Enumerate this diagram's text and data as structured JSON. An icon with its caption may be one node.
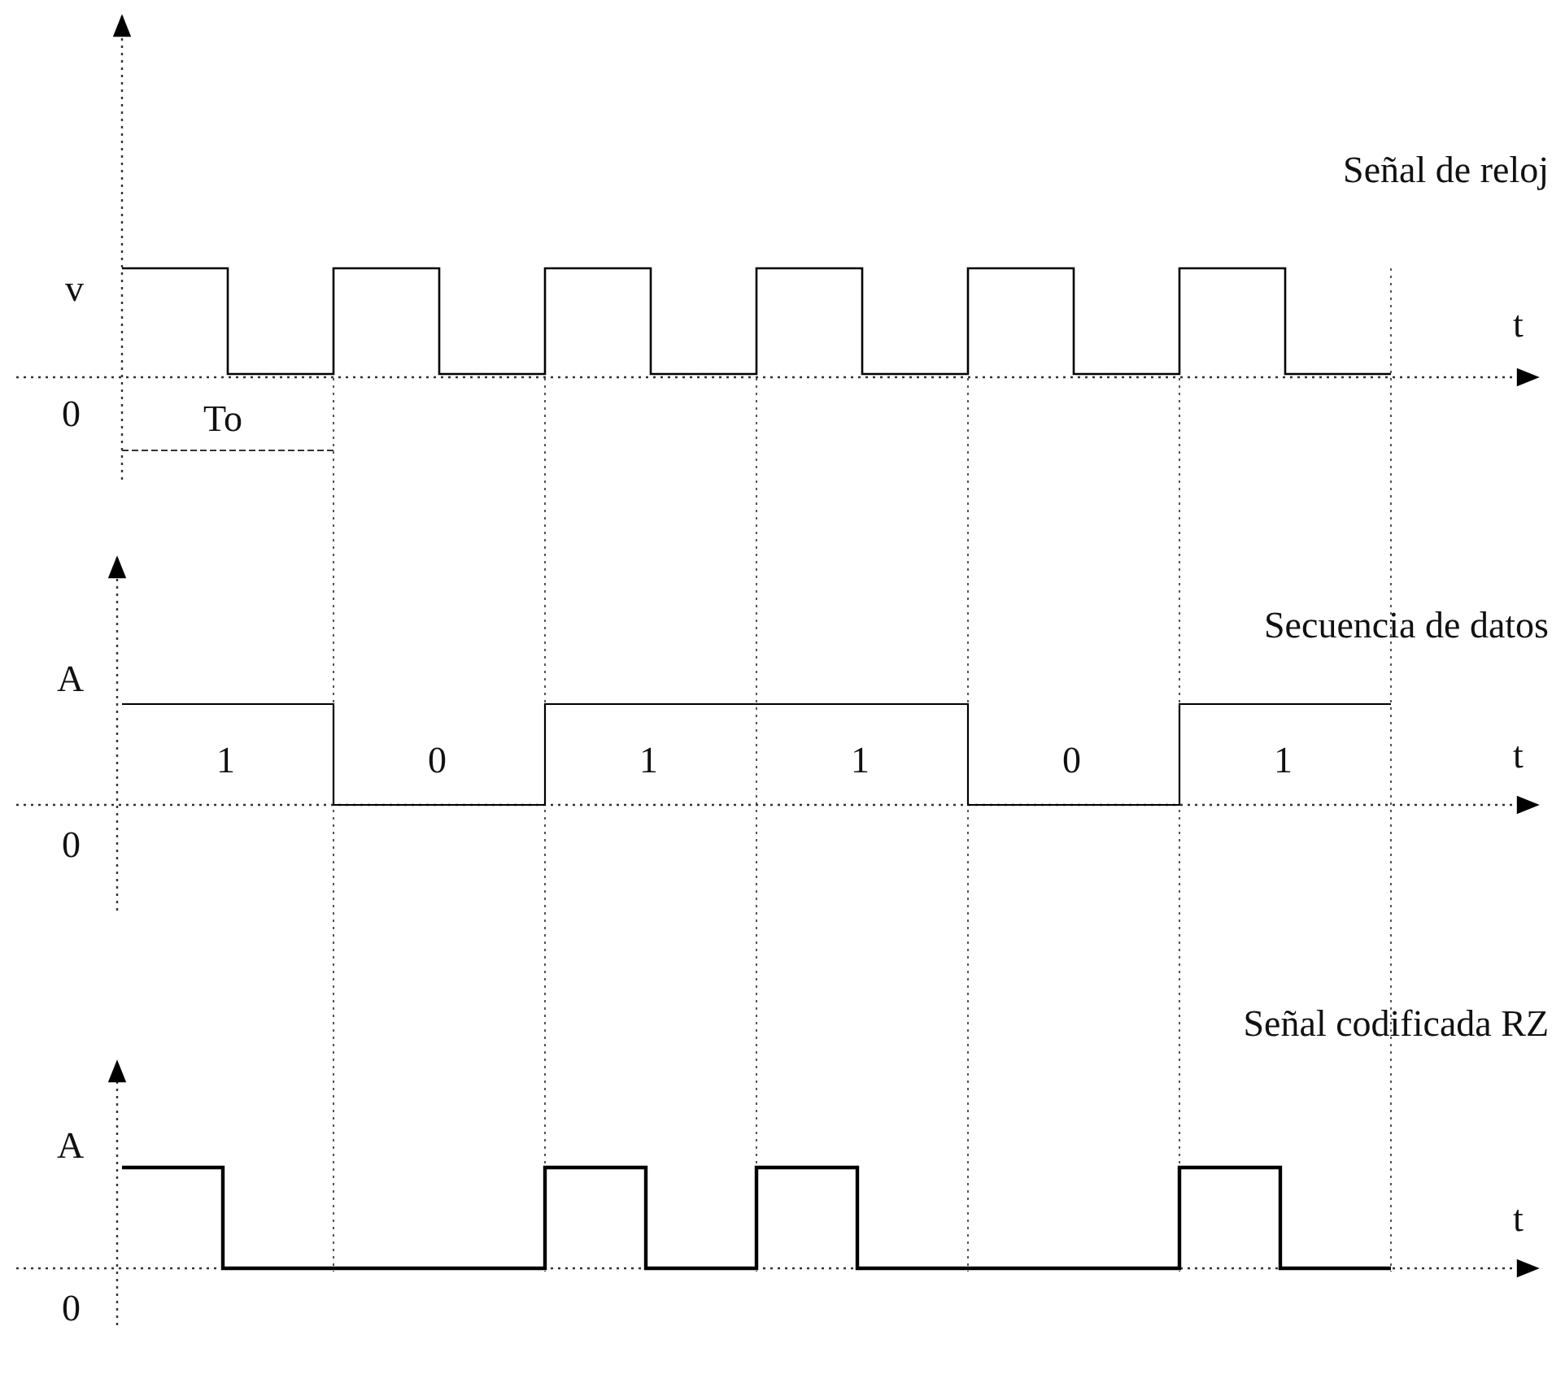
{
  "diagram": {
    "labels": [
      "Señal de reloj",
      "v",
      "t",
      "0",
      "To",
      "Secuencia de datos",
      "A",
      "1",
      "0",
      "1",
      "1",
      "0",
      "1",
      "t",
      "0",
      "Señal codificada RZ",
      "A",
      "t",
      "0"
    ]
  }
}
